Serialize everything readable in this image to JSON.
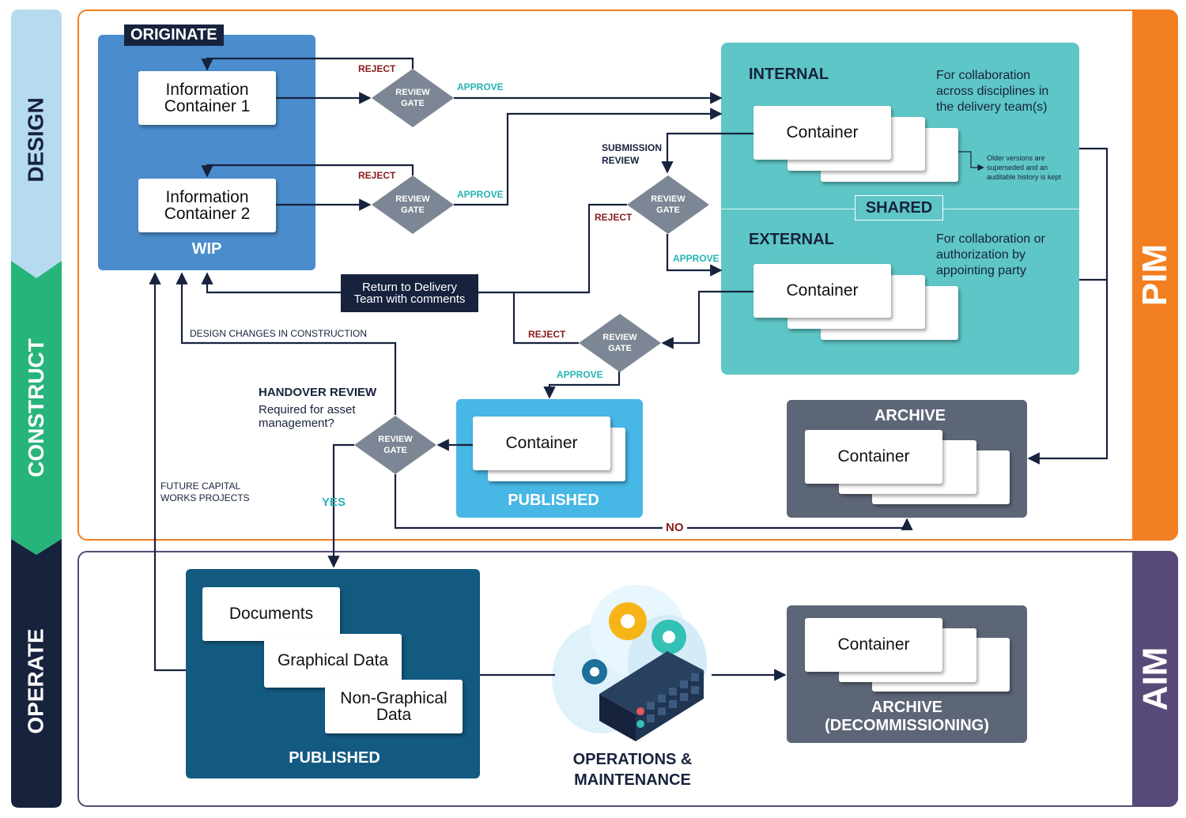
{
  "phases": {
    "design": "DESIGN",
    "construct": "CONSTRUCT",
    "operate": "OPERATE"
  },
  "side_labels": {
    "pim": "PIM",
    "aim": "AIM"
  },
  "wip": {
    "originate": "ORIGINATE",
    "container1_line1": "Information",
    "container1_line2": "Container 1",
    "container2_line1": "Information",
    "container2_line2": "Container 2",
    "label": "WIP"
  },
  "gates": {
    "review": "REVIEW",
    "gate": "GATE"
  },
  "flow": {
    "reject": "REJECT",
    "approve": "APPROVE",
    "submission_review_1": "SUBMISSION",
    "submission_review_2": "REVIEW",
    "return_1": "Return to Delivery",
    "return_2": "Team with comments",
    "design_changes": "DESIGN CHANGES IN CONSTRUCTION",
    "handover_title": "HANDOVER REVIEW",
    "handover_q1": "Required for asset",
    "handover_q2": "management?",
    "future_1": "FUTURE CAPITAL",
    "future_2": "WORKS PROJECTS",
    "yes": "YES",
    "no": "NO"
  },
  "shared": {
    "internal": "INTERNAL",
    "internal_desc_1": "For collaboration",
    "internal_desc_2": "across disciplines in",
    "internal_desc_3": "the delivery team(s)",
    "container": "Container",
    "older_1": "Older versions are",
    "older_2": "superseded and an",
    "older_3": "auditable history is kept",
    "shared": "SHARED",
    "external": "EXTERNAL",
    "external_desc_1": "For collaboration or",
    "external_desc_2": "authorization by",
    "external_desc_3": "appointing party"
  },
  "published": {
    "container": "Container",
    "label": "PUBLISHED"
  },
  "archive": {
    "label": "ARCHIVE",
    "container": "Container"
  },
  "aim": {
    "documents": "Documents",
    "graphical": "Graphical Data",
    "nongraphical_1": "Non-Graphical",
    "nongraphical_2": "Data",
    "published": "PUBLISHED",
    "ops_1": "OPERATIONS &",
    "ops_2": "MAINTENANCE",
    "archive_container": "Container",
    "archive_1": "ARCHIVE",
    "archive_2": "(DECOMMISSIONING)"
  },
  "colors": {
    "design": "#b7dbee",
    "construct": "#27b47b",
    "operate": "#17223d",
    "pim": "#f27f22",
    "aim": "#574a78",
    "wip": "#4b8dcc",
    "navy": "#17223d",
    "teal": "#5ec6c6",
    "published_blue": "#47b7e5",
    "archive_gray": "#5d6677",
    "aim_published": "#135a80",
    "gate": "#7d8694",
    "reject": "#8a1c1c",
    "approve": "#27b3b3"
  }
}
